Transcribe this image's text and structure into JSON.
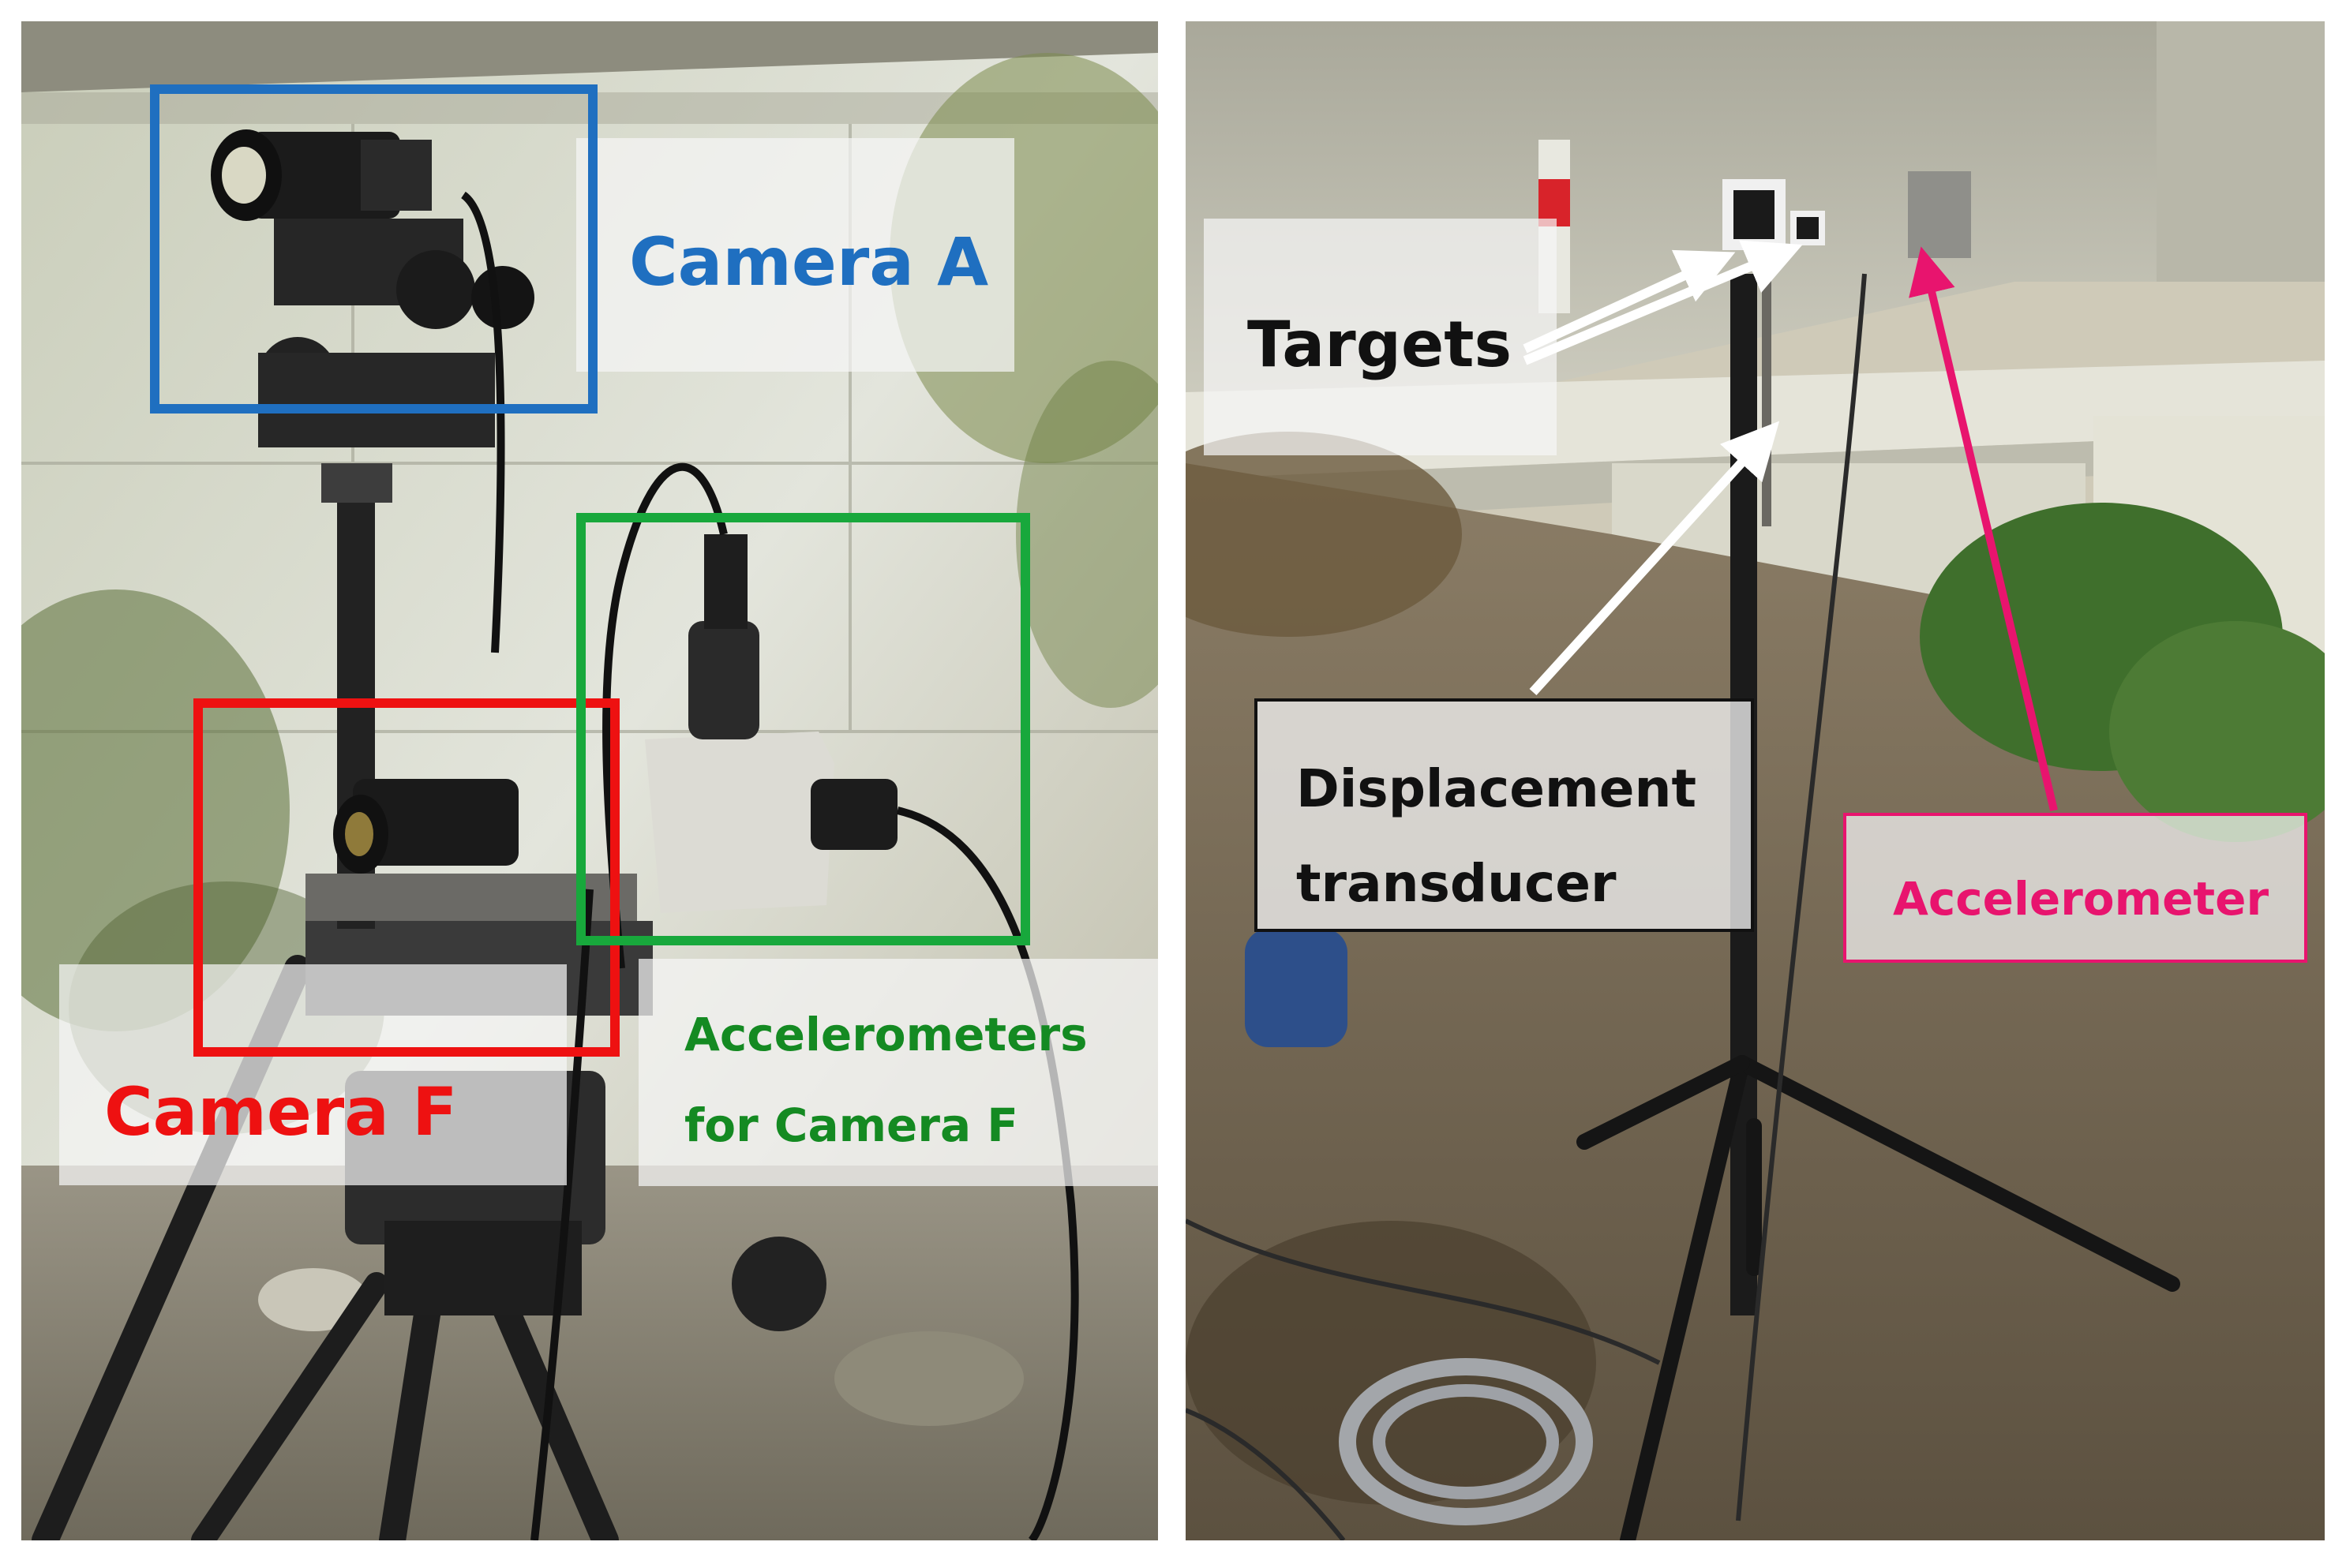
{
  "figure": {
    "left_panel": {
      "labels": {
        "camera_a": "Camera A",
        "camera_f": "Camera F",
        "accelerometers_line1": "Accelerometers",
        "accelerometers_line2": "for Camera F"
      }
    },
    "right_panel": {
      "labels": {
        "targets": "Targets",
        "displacement_line1": "Displacement",
        "displacement_line2": "transducer",
        "accelerometer": "Accelerometer"
      }
    }
  },
  "colors": {
    "camera_a_box": "#1f6fc0",
    "camera_f_box": "#ee1111",
    "accelerometers_box": "#18a83c",
    "accelerometer_pink": "#e8146e",
    "accelerometers_text": "#148a22",
    "camera_a_text": "#1f6fc0",
    "camera_f_text": "#ee1111"
  }
}
